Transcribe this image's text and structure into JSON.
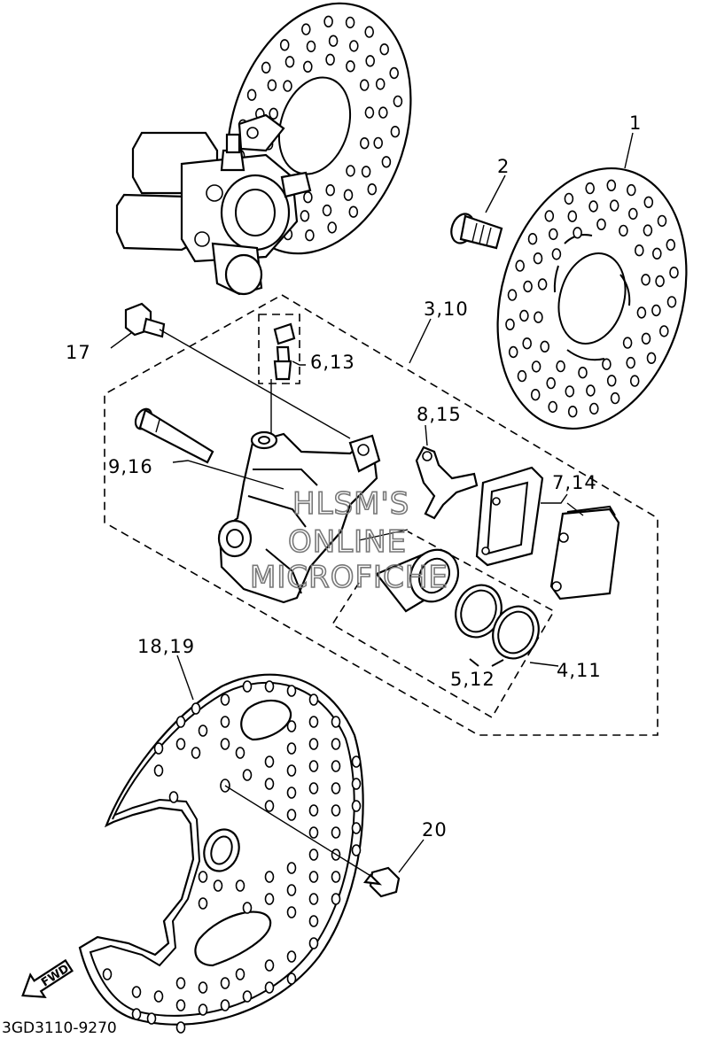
{
  "callouts": {
    "c1": "1",
    "c2": "2",
    "c3": "3,10",
    "c4": "4,11",
    "c5": "5,12",
    "c6": "6,13",
    "c7": "7,14",
    "c8": "8,15",
    "c9": "9,16",
    "c17": "17",
    "c18": "18,19",
    "c20": "20"
  },
  "watermark": {
    "line1": "HLSM'S",
    "line2": "ONLINE",
    "line3": "MICROFICHE"
  },
  "direction_label": "FWD",
  "diagram_code": "3GD3110-9270"
}
